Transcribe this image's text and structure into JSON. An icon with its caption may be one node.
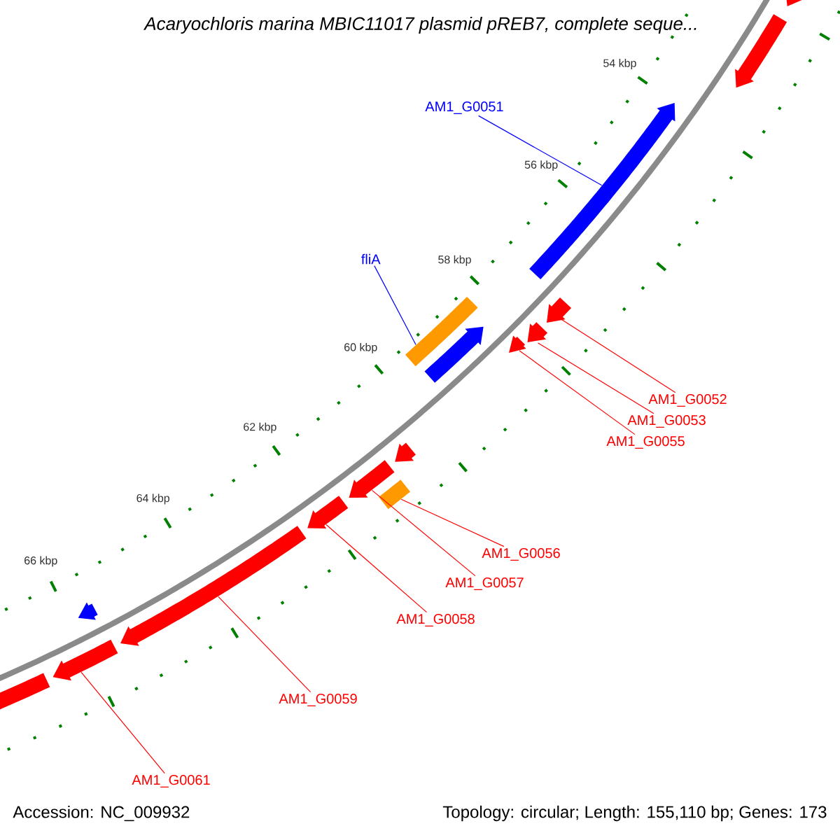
{
  "diagram": {
    "title": "Acaryochloris marina MBIC11017 plasmid pREB7, complete seque...",
    "nodes": [
      {
        "text": [
          "AM1_G0051"
        ]
      },
      {
        "text": [
          "fliA"
        ]
      },
      {
        "text": [
          "AM1_G0052"
        ]
      },
      {
        "text": [
          "AM1_G0053"
        ]
      },
      {
        "text": [
          "AM1_G0055"
        ]
      },
      {
        "text": [
          "AM1_G0056"
        ]
      },
      {
        "text": [
          "AM1_G0057"
        ]
      },
      {
        "text": [
          "AM1_G0058"
        ]
      },
      {
        "text": [
          "AM1_G0059"
        ]
      },
      {
        "text": [
          "AM1_G0061"
        ]
      },
      {
        "text": [],
        "shape": "arrow"
      },
      {
        "text": [],
        "shape": "bar"
      },
      {
        "text": [],
        "shape": "arrow"
      },
      {
        "text": [],
        "shape": "arrow"
      },
      {
        "text": [],
        "shape": "arrow"
      },
      {
        "text": [],
        "shape": "bar"
      },
      {
        "text": [],
        "shape": "arrow"
      },
      {
        "text": [],
        "shape": "arrow"
      },
      {
        "text": [],
        "shape": "arrow"
      },
      {
        "text": [],
        "shape": "arrow"
      },
      {
        "text": [],
        "shape": "arrow"
      },
      {
        "text": [],
        "shape": "arrow"
      },
      {
        "text": [],
        "shape": "arrow"
      },
      {
        "text": [],
        "shape": "arrow"
      },
      {
        "text": [],
        "shape": "arrow"
      },
      {
        "text": [],
        "shape": "arrow"
      }
    ],
    "edges": [
      {
        "from": 0,
        "to": 10,
        "arrow": "none",
        "color": "#0000ff"
      },
      {
        "from": 1,
        "to": 11,
        "arrow": "none",
        "color": "#0000ff"
      },
      {
        "from": 2,
        "to": 12,
        "arrow": "none"
      },
      {
        "from": 3,
        "to": 13,
        "arrow": "none"
      },
      {
        "from": 4,
        "to": 14,
        "arrow": "none"
      },
      {
        "from": 5,
        "to": 15,
        "arrow": "none"
      },
      {
        "from": 6,
        "to": 16,
        "arrow": "none"
      },
      {
        "from": 7,
        "to": 17,
        "arrow": "none"
      },
      {
        "from": 8,
        "to": 18,
        "arrow": "none"
      },
      {
        "from": 9,
        "to": 19,
        "arrow": "none"
      }
    ],
    "labels": [
      "54 kbp",
      "56 kbp",
      "58 kbp",
      "60 kbp",
      "62 kbp",
      "64 kbp",
      "66 kbp",
      "Accession: NC_009932",
      "Topology: circular; Length: 155,110 bp; Genes: 173"
    ]
  }
}
